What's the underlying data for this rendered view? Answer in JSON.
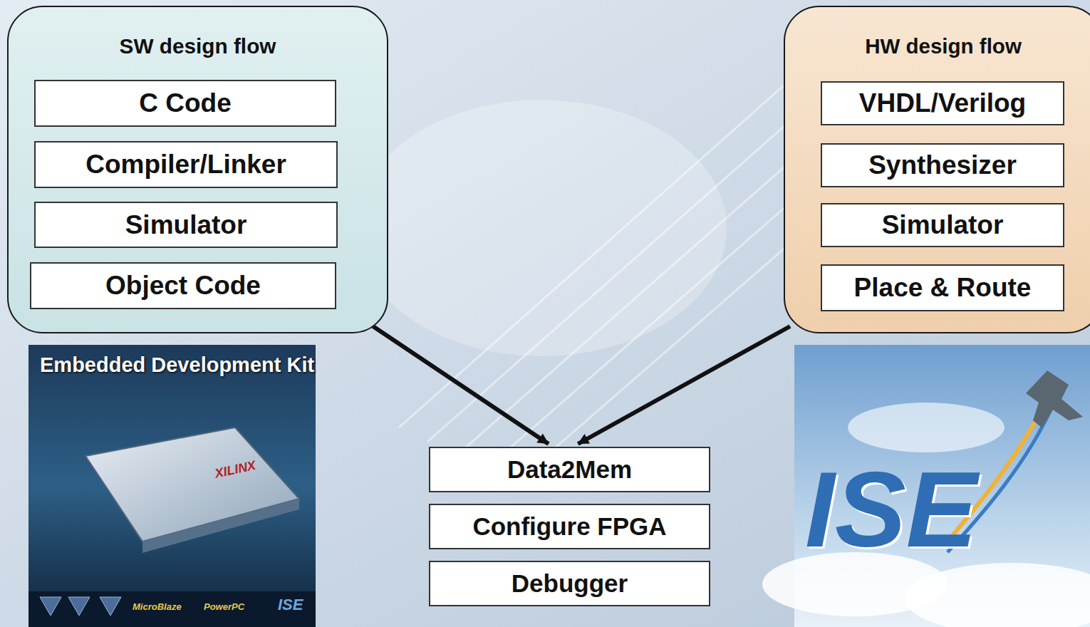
{
  "diagram": {
    "nodes": [
      {
        "text": [
          "SW design flow"
        ]
      },
      {
        "text": [
          "C Code"
        ],
        "in": 0
      },
      {
        "text": [
          "Compiler/Linker"
        ],
        "in": 0
      },
      {
        "text": [
          "Simulator"
        ],
        "in": 0
      },
      {
        "text": [
          "Object Code"
        ],
        "in": 0
      },
      {
        "text": [
          "HW design flow"
        ]
      },
      {
        "text": [
          "VHDL/Verilog"
        ],
        "in": 5
      },
      {
        "text": [
          "Synthesizer"
        ],
        "in": 5
      },
      {
        "text": [
          "Simulator"
        ],
        "in": 5
      },
      {
        "text": [
          "Place & Route"
        ],
        "in": 5
      },
      {
        "text": [
          "Data2Mem"
        ]
      },
      {
        "text": [
          "Configure FPGA"
        ]
      },
      {
        "text": [
          "Debugger"
        ]
      }
    ],
    "edges": [
      {
        "from": 0,
        "to": 10,
        "arrow": "to"
      },
      {
        "from": 5,
        "to": 10,
        "arrow": "to"
      }
    ],
    "labels": [
      "Embedded Development Kit",
      "XILINX",
      "MicroBlaze",
      "PowerPC",
      "ISE",
      "ISE"
    ]
  }
}
